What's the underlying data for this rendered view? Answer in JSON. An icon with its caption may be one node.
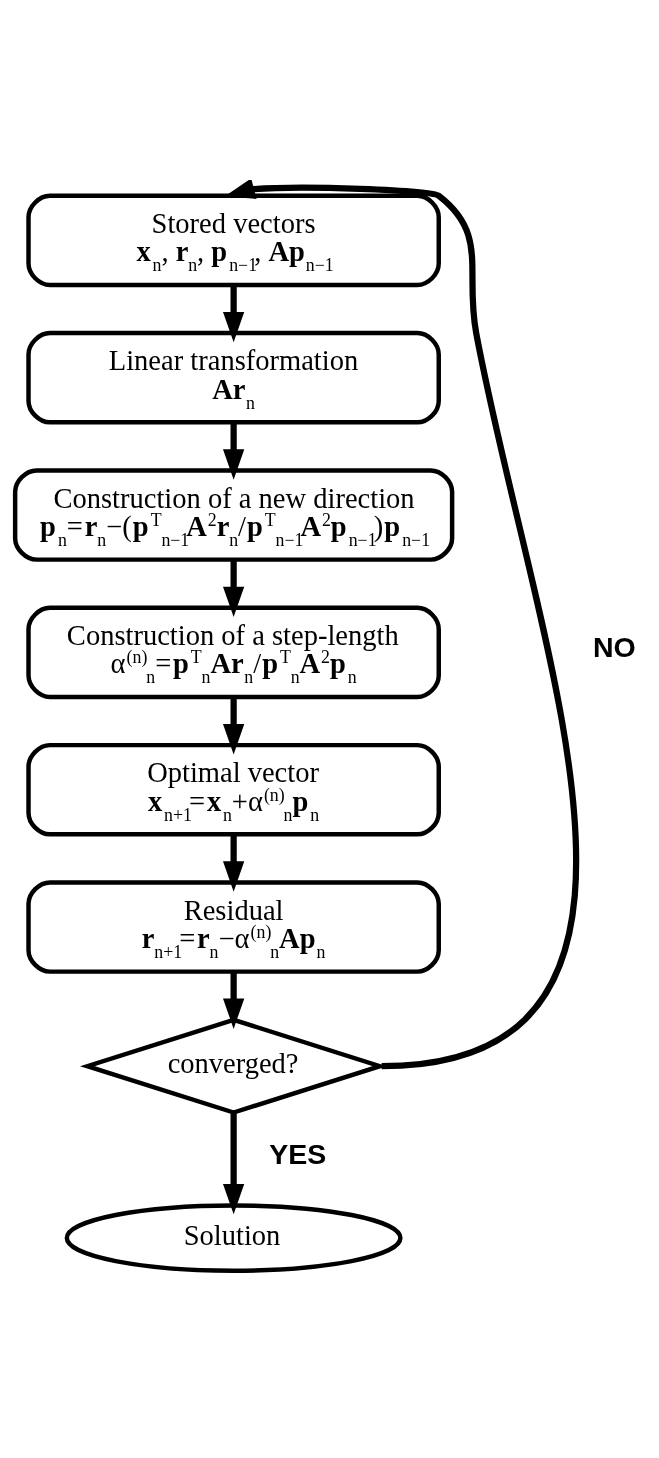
{
  "diagram": {
    "nodes": [
      {
        "text": [
          "Stored vectors",
          "**x**$_{n}$, **r**$_{n}$, **p**$_{n−1}$, **Ap**$_{n−1}$"
        ]
      },
      {
        "text": [
          "Linear transformation",
          "**Ar**$_{n}$"
        ]
      },
      {
        "text": [
          "Construction of a new direction",
          "**p**$_{n}$=**r**$_{n}$−(**p**$^{T}$$_{n−1}$**A**$^{2}$**r**$_{n}$/**p**$^{T}$$_{n−1}$**A**$^{2}$**p**$_{n−1}$)**p**$_{n−1}$"
        ]
      },
      {
        "text": [
          "Construction of a step-length",
          "α$^{(n)}$$_{n}$=**p**$^{T}$$_{n}$**Ar**$_{n}$/**p**$^{T}$$_{n}$**A**$^{2}$**p**$_{n}$"
        ]
      },
      {
        "text": [
          "Optimal vector",
          "**x**$_{n+1}$=**x**$_{n}$+α$^{(n)}$$_{n}$**p**$_{n}$"
        ]
      },
      {
        "text": [
          "Residual",
          "**r**$_{n+1}$=**r**$_{n}$−α$^{(n)}$$_{n}$**Ap**$_{n}$"
        ]
      },
      {
        "text": [
          "converged?"
        ]
      },
      {
        "text": [
          "Solution"
        ]
      }
    ],
    "edges": [
      {
        "from": 0,
        "to": 1,
        "arrow": "to"
      },
      {
        "from": 1,
        "to": 2,
        "arrow": "to"
      },
      {
        "from": 2,
        "to": 3,
        "arrow": "to"
      },
      {
        "from": 3,
        "to": 4,
        "arrow": "to"
      },
      {
        "from": 4,
        "to": 5,
        "arrow": "to"
      },
      {
        "from": 5,
        "to": 6,
        "arrow": "to"
      },
      {
        "from": 6,
        "to": 7,
        "arrow": "to",
        "label": "YES"
      },
      {
        "from": 6,
        "to": 0,
        "arrow": "to",
        "label": "NO"
      }
    ]
  }
}
